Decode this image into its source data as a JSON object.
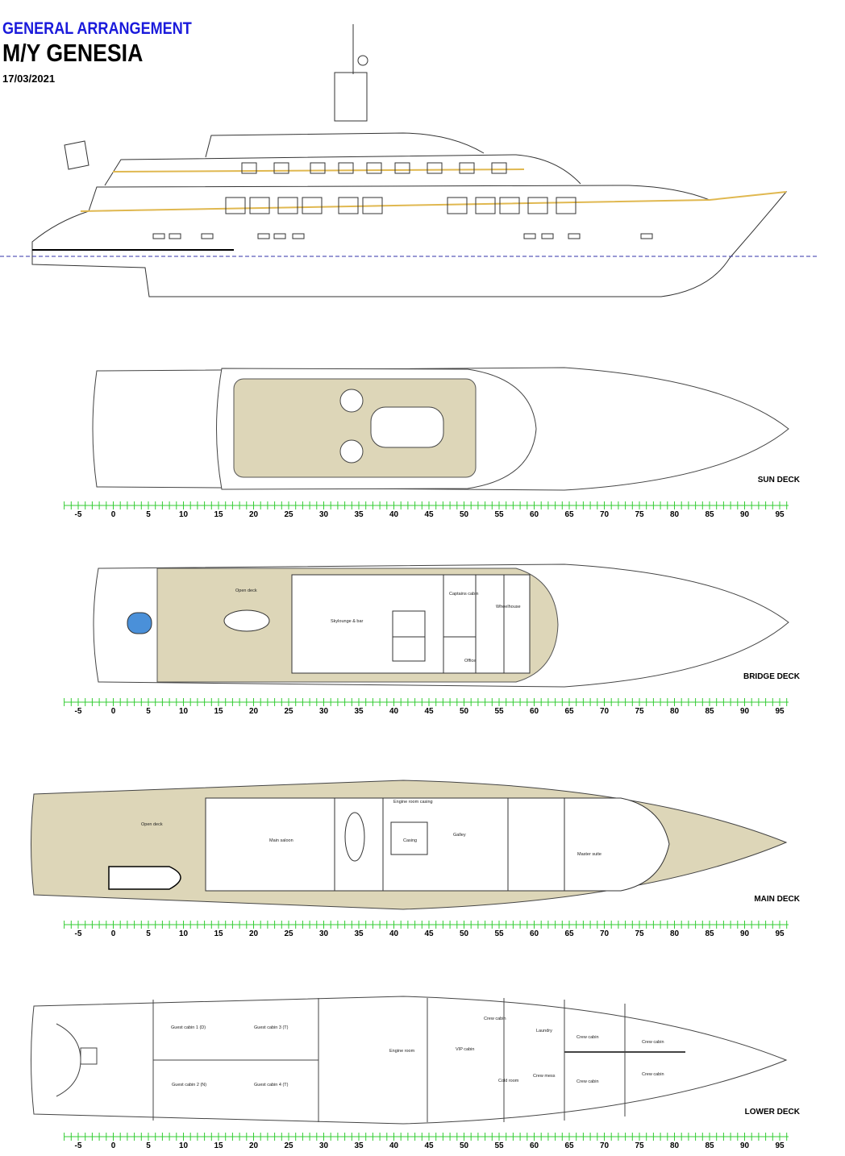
{
  "header": {
    "subtitle": "GENERAL ARRANGEMENT",
    "title": "M/Y GENESIA",
    "date": "17/03/2021"
  },
  "colors": {
    "title_blue": "#1a1adb",
    "teak": "#ddd6b8",
    "scale_green": "#33cc33",
    "waterline": "#3333aa",
    "trim": "#e0b850"
  },
  "scale": {
    "ticks": [
      "-5",
      "0",
      "5",
      "10",
      "15",
      "20",
      "25",
      "30",
      "35",
      "40",
      "45",
      "50",
      "55",
      "60",
      "65",
      "70",
      "75",
      "80",
      "85",
      "90",
      "95"
    ]
  },
  "decks": {
    "sun": {
      "name": "SUN DECK"
    },
    "bridge": {
      "name": "BRIDGE DECK",
      "rooms": [
        "Open deck",
        "Skylounge & bar",
        "Captains cabin",
        "Wheelhouse",
        "Office"
      ]
    },
    "main": {
      "name": "MAIN DECK",
      "rooms": [
        "Open deck",
        "Main saloon",
        "Engine room casing",
        "Casing",
        "Galley",
        "Master suite"
      ]
    },
    "lower": {
      "name": "LOWER DECK",
      "rooms": [
        "Guest cabin 1 (D)",
        "Guest cabin 2 (N)",
        "Guest cabin 3 (T)",
        "Guest cabin 4 (T)",
        "Engine room",
        "VIP cabin",
        "Crew cabin",
        "Laundry",
        "Cold room",
        "Crew mess",
        "Crew cabin",
        "Crew cabin",
        "Crew cabin",
        "Crew cabin"
      ]
    }
  }
}
